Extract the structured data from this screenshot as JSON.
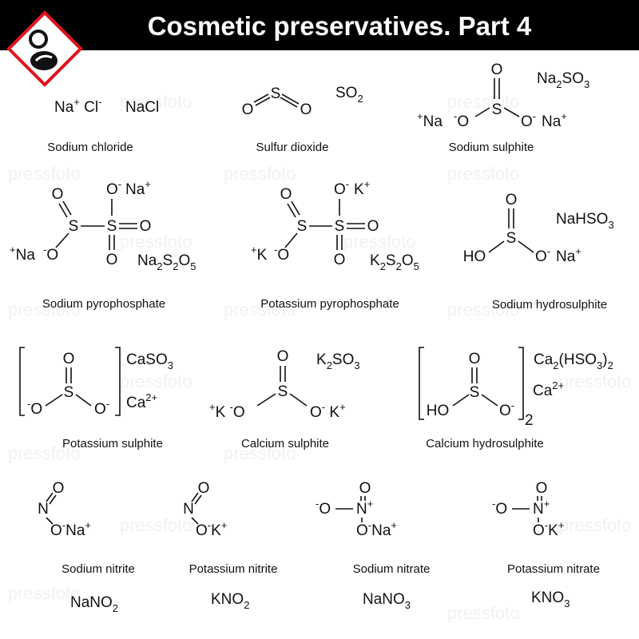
{
  "title": "Cosmetic preservatives. Part 4",
  "watermark": "pressfoto",
  "colors": {
    "header": "#000000",
    "logo_border": "#e0141e"
  },
  "compounds": [
    {
      "name": "Sodium chloride",
      "formula": "NaCl",
      "atoms": [
        "Na^{+} Cl^{-}"
      ]
    },
    {
      "name": "Sulfur dioxide",
      "formula": "SO_{2}",
      "atoms": [
        "S",
        "O",
        "O"
      ]
    },
    {
      "name": "Sodium sulphite",
      "formula": "Na_{2}SO_{3}",
      "atoms": [
        "O",
        "S",
        "^{-}O",
        "O^{-}",
        "^{+}Na",
        "Na^{+}"
      ]
    },
    {
      "name": "Sodium pyrophosphate",
      "formula": "Na_{2}S_{2}O_{5}",
      "atoms": [
        "O",
        "S",
        "^{-}O",
        "^{+}Na",
        "S",
        "O^{-}",
        "Na^{+}",
        "O",
        "O"
      ]
    },
    {
      "name": "Potassium pyrophosphate",
      "formula": "K_{2}S_{2}O_{5}",
      "atoms": [
        "O",
        "S",
        "^{-}O",
        "^{+}K",
        "S",
        "O^{-}",
        "K^{+}",
        "O",
        "O"
      ]
    },
    {
      "name": "Sodium hydrosulphite",
      "formula": "NaHSO_{3}",
      "atoms": [
        "O",
        "S",
        "HO",
        "O^{-}",
        "Na^{+}"
      ]
    },
    {
      "name": "Potassium sulphite",
      "formula": "CaSO_{3}",
      "atoms": [
        "O",
        "S",
        "^{-}O",
        "O^{-}",
        "Ca^{2+}"
      ]
    },
    {
      "name": "Calcium sulphite",
      "formula": "K_{2}SO_{3}",
      "atoms": [
        "O",
        "S",
        "^{+}K ^{-}O",
        "O^{-} K^{+}"
      ]
    },
    {
      "name": "Calcium hydrosulphite",
      "formula": "Ca_{2}(HSO_{3})_{2}",
      "atoms": [
        "O",
        "S",
        "HO",
        "O^{-}",
        "2",
        "Ca^{2+}"
      ]
    },
    {
      "name": "Sodium nitrite",
      "formula": "NaNO_{2}",
      "atoms": [
        "O",
        "N",
        "O^{-}Na^{+}"
      ]
    },
    {
      "name": "Potassium nitrite",
      "formula": "KNO_{2}",
      "atoms": [
        "O",
        "N",
        "O^{-}K^{+}"
      ]
    },
    {
      "name": "Sodium nitrate",
      "formula": "NaNO_{3}",
      "atoms": [
        "O",
        "^{-}O",
        "N^{+}",
        "O^{-}Na^{+}"
      ]
    },
    {
      "name": "Potassium nitrate",
      "formula": "KNO_{3}",
      "atoms": [
        "O",
        "^{-}O",
        "N^{+}",
        "O^{-}K^{+}"
      ]
    }
  ]
}
